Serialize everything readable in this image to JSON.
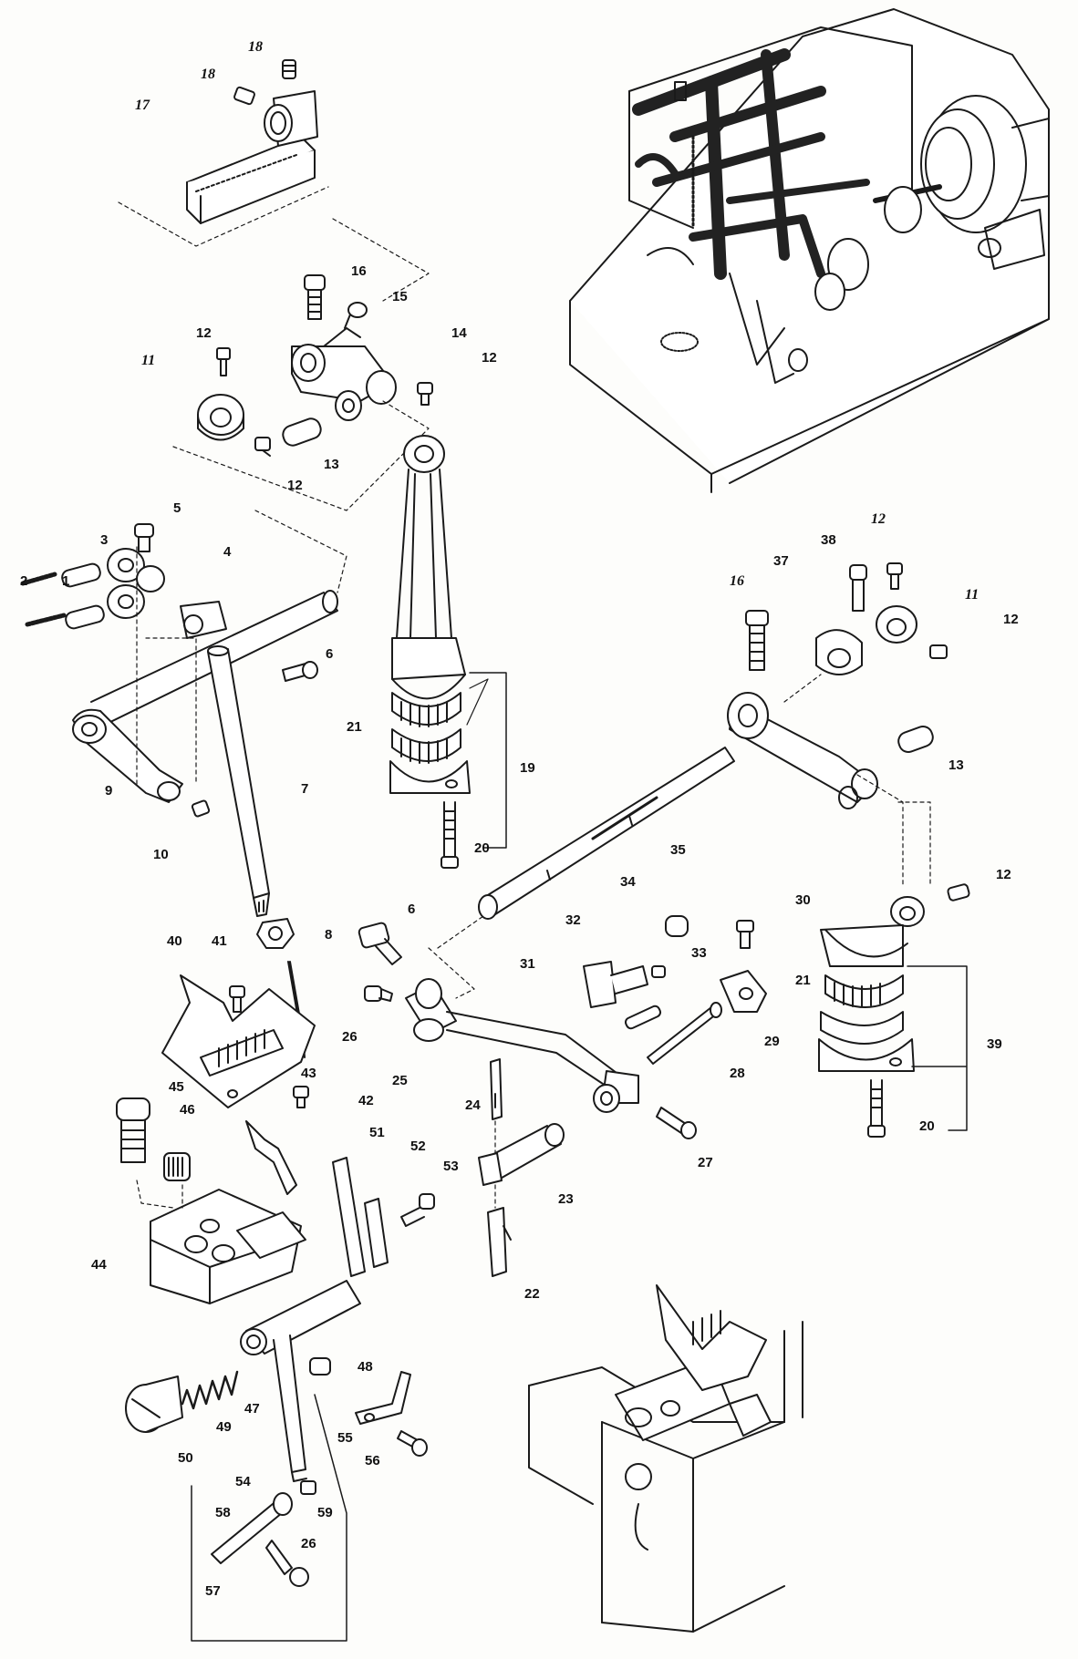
{
  "diagram": {
    "labels": [
      {
        "id": "c-18a",
        "text": "18"
      },
      {
        "id": "c-18b",
        "text": "18"
      },
      {
        "id": "c-17",
        "text": "17"
      },
      {
        "id": "c-16a",
        "text": "16"
      },
      {
        "id": "c-15",
        "text": "15"
      },
      {
        "id": "c-12a",
        "text": "12"
      },
      {
        "id": "c-14",
        "text": "14"
      },
      {
        "id": "c-11a",
        "text": "11"
      },
      {
        "id": "c-12b",
        "text": "12"
      },
      {
        "id": "c-12c",
        "text": "12"
      },
      {
        "id": "c-13a",
        "text": "13"
      },
      {
        "id": "c-5",
        "text": "5"
      },
      {
        "id": "c-3",
        "text": "3"
      },
      {
        "id": "c-4",
        "text": "4"
      },
      {
        "id": "c-2",
        "text": "2"
      },
      {
        "id": "c-1",
        "text": "1"
      },
      {
        "id": "c-6a",
        "text": "6"
      },
      {
        "id": "c-9",
        "text": "9"
      },
      {
        "id": "c-10",
        "text": "10"
      },
      {
        "id": "c-7",
        "text": "7"
      },
      {
        "id": "c-8",
        "text": "8"
      },
      {
        "id": "c-21a",
        "text": "21"
      },
      {
        "id": "c-19",
        "text": "19"
      },
      {
        "id": "c-20a",
        "text": "20"
      },
      {
        "id": "c-35",
        "text": "35"
      },
      {
        "id": "c-12d",
        "text": "12"
      },
      {
        "id": "c-38",
        "text": "38"
      },
      {
        "id": "c-37",
        "text": "37"
      },
      {
        "id": "c-16b",
        "text": "16"
      },
      {
        "id": "c-11b",
        "text": "11"
      },
      {
        "id": "c-12e",
        "text": "12"
      },
      {
        "id": "c-13b",
        "text": "13"
      },
      {
        "id": "c-12f",
        "text": "12"
      },
      {
        "id": "c-34",
        "text": "34"
      },
      {
        "id": "c-30",
        "text": "30"
      },
      {
        "id": "c-32",
        "text": "32"
      },
      {
        "id": "c-33",
        "text": "33"
      },
      {
        "id": "c-31",
        "text": "31"
      },
      {
        "id": "c-6b",
        "text": "6"
      },
      {
        "id": "c-21b",
        "text": "21"
      },
      {
        "id": "c-39",
        "text": "39"
      },
      {
        "id": "c-29",
        "text": "29"
      },
      {
        "id": "c-28",
        "text": "28"
      },
      {
        "id": "c-20b",
        "text": "20"
      },
      {
        "id": "c-26a",
        "text": "26"
      },
      {
        "id": "c-25",
        "text": "25"
      },
      {
        "id": "c-24",
        "text": "24"
      },
      {
        "id": "c-27",
        "text": "27"
      },
      {
        "id": "c-40",
        "text": "40"
      },
      {
        "id": "c-41",
        "text": "41"
      },
      {
        "id": "c-43",
        "text": "43"
      },
      {
        "id": "c-42",
        "text": "42"
      },
      {
        "id": "c-45",
        "text": "45"
      },
      {
        "id": "c-46",
        "text": "46"
      },
      {
        "id": "c-51",
        "text": "51"
      },
      {
        "id": "c-52",
        "text": "52"
      },
      {
        "id": "c-53",
        "text": "53"
      },
      {
        "id": "c-23",
        "text": "23"
      },
      {
        "id": "c-22",
        "text": "22"
      },
      {
        "id": "c-44",
        "text": "44"
      },
      {
        "id": "c-48",
        "text": "48"
      },
      {
        "id": "c-47",
        "text": "47"
      },
      {
        "id": "c-49",
        "text": "49"
      },
      {
        "id": "c-50",
        "text": "50"
      },
      {
        "id": "c-55",
        "text": "55"
      },
      {
        "id": "c-56",
        "text": "56"
      },
      {
        "id": "c-54",
        "text": "54"
      },
      {
        "id": "c-58",
        "text": "58"
      },
      {
        "id": "c-59",
        "text": "59"
      },
      {
        "id": "c-26b",
        "text": "26"
      },
      {
        "id": "c-57",
        "text": "57"
      }
    ]
  }
}
